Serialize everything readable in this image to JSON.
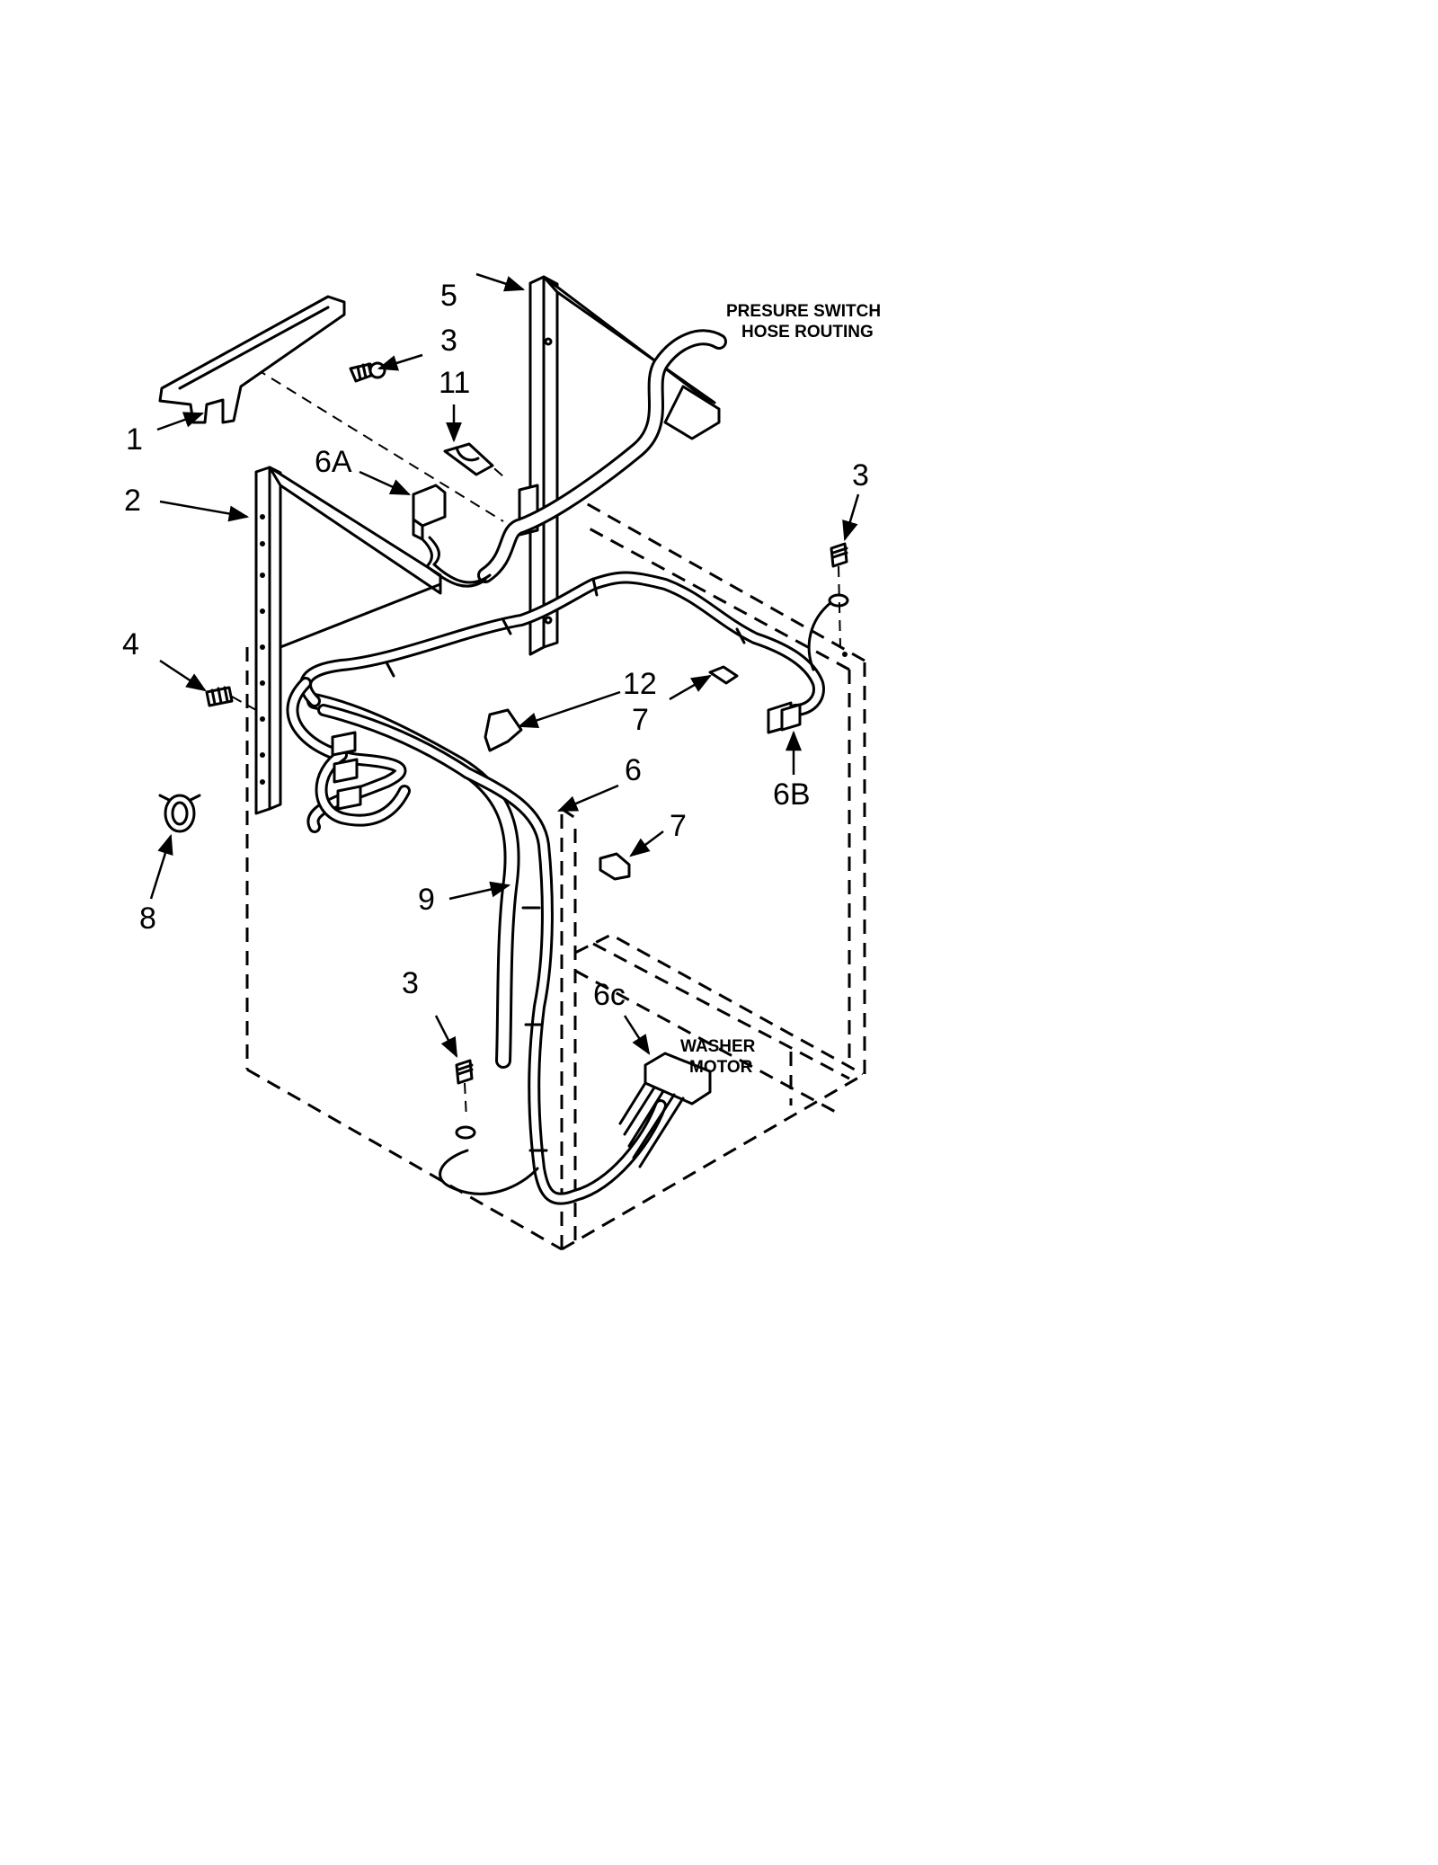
{
  "callouts": {
    "c1": "1",
    "c2": "2",
    "c3_top": "3",
    "c3_right": "3",
    "c3_bottom": "3",
    "c4": "4",
    "c5": "5",
    "c6": "6",
    "c6A": "6A",
    "c6B": "6B",
    "c6c": "6c",
    "c7_upper": "7",
    "c7_lower": "7",
    "c8": "8",
    "c9": "9",
    "c11": "11",
    "c12": "12"
  },
  "notes": {
    "pressure_switch_line1": "PRESURE SWITCH",
    "pressure_switch_line2": "HOSE ROUTING",
    "washer_motor_line1": "WASHER",
    "washer_motor_line2": "MOTOR"
  }
}
